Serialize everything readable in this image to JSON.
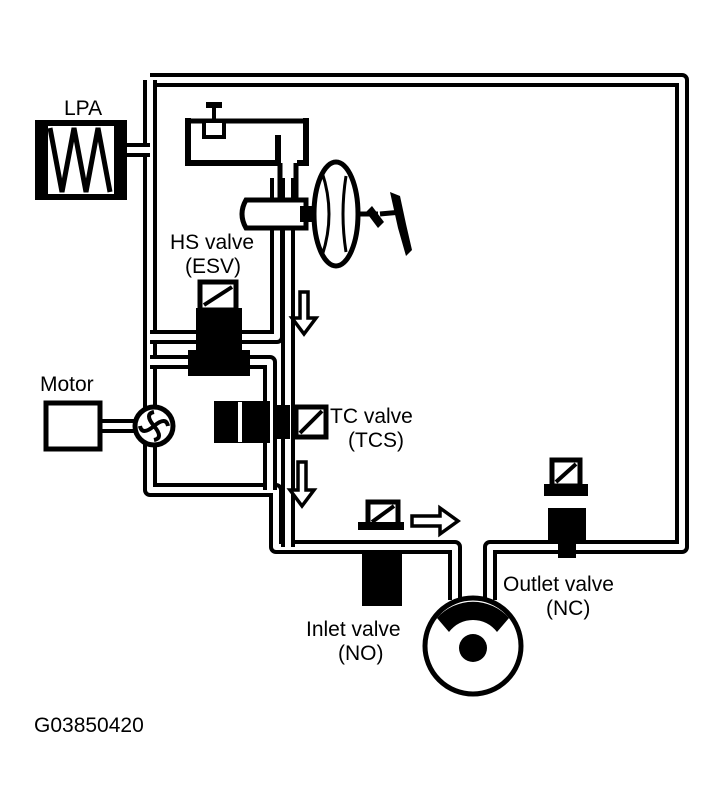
{
  "labels": {
    "lpa": "LPA",
    "hs_valve": "HS valve",
    "hs_valve_code": "(ESV)",
    "motor": "Motor",
    "tc_valve": "TC valve",
    "tc_valve_code": "(TCS)",
    "inlet_valve": "Inlet valve",
    "inlet_valve_code": "(NO)",
    "outlet_valve": "Outlet valve",
    "outlet_valve_code": "(NC)",
    "figure_id": "G03850420"
  }
}
